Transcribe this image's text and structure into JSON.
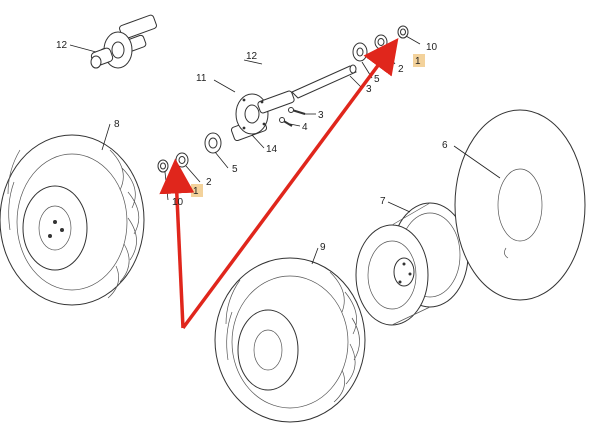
{
  "diagram": {
    "labels": {
      "hub_top": "12",
      "axle_label": "12",
      "hub_assembly": "11",
      "seal_right": "10",
      "bearing_right_small": "2",
      "highlight_right": "1",
      "bearing_right_large": "5",
      "shaft": "3",
      "bolt_3": "3",
      "bolt_4": "4",
      "spacer_14": "14",
      "bearing_left_large": "5",
      "bearing_left_small": "2",
      "highlight_left": "1",
      "seal_left": "10",
      "tyre_left": "8",
      "tyre_center": "9",
      "rim": "7",
      "tube": "6"
    },
    "colors": {
      "arrow": "#e0261c",
      "highlight": "#f3d29b",
      "line": "#222222"
    }
  }
}
